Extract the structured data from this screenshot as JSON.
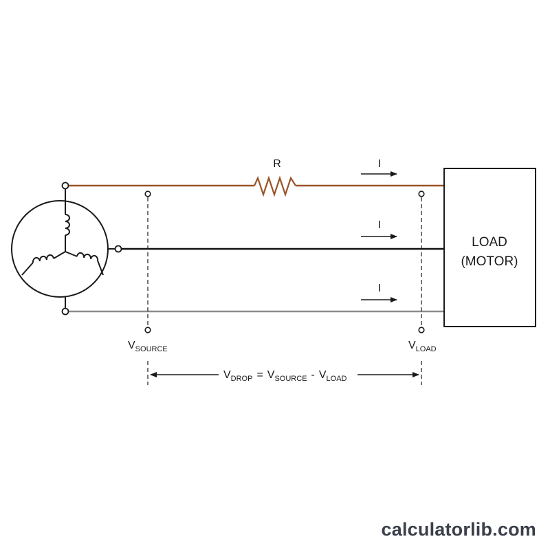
{
  "colors": {
    "phase_a": "#9a5226",
    "phase_b": "#111111",
    "phase_c": "#8c8c8c",
    "ink": "#1a1a1a"
  },
  "labels": {
    "resistor": "R",
    "current": "I",
    "load_line1": "LOAD",
    "load_line2": "(MOTOR)",
    "v": "V",
    "source_sub": "SOURCE",
    "load_sub": "LOAD",
    "drop_sub": "DROP",
    "equals": "=",
    "minus": "-"
  },
  "brand": "calculatorlib.com",
  "icons": {
    "generator": "wye-generator-icon",
    "resistor": "resistor-icon",
    "arrow": "current-arrow-icon"
  }
}
